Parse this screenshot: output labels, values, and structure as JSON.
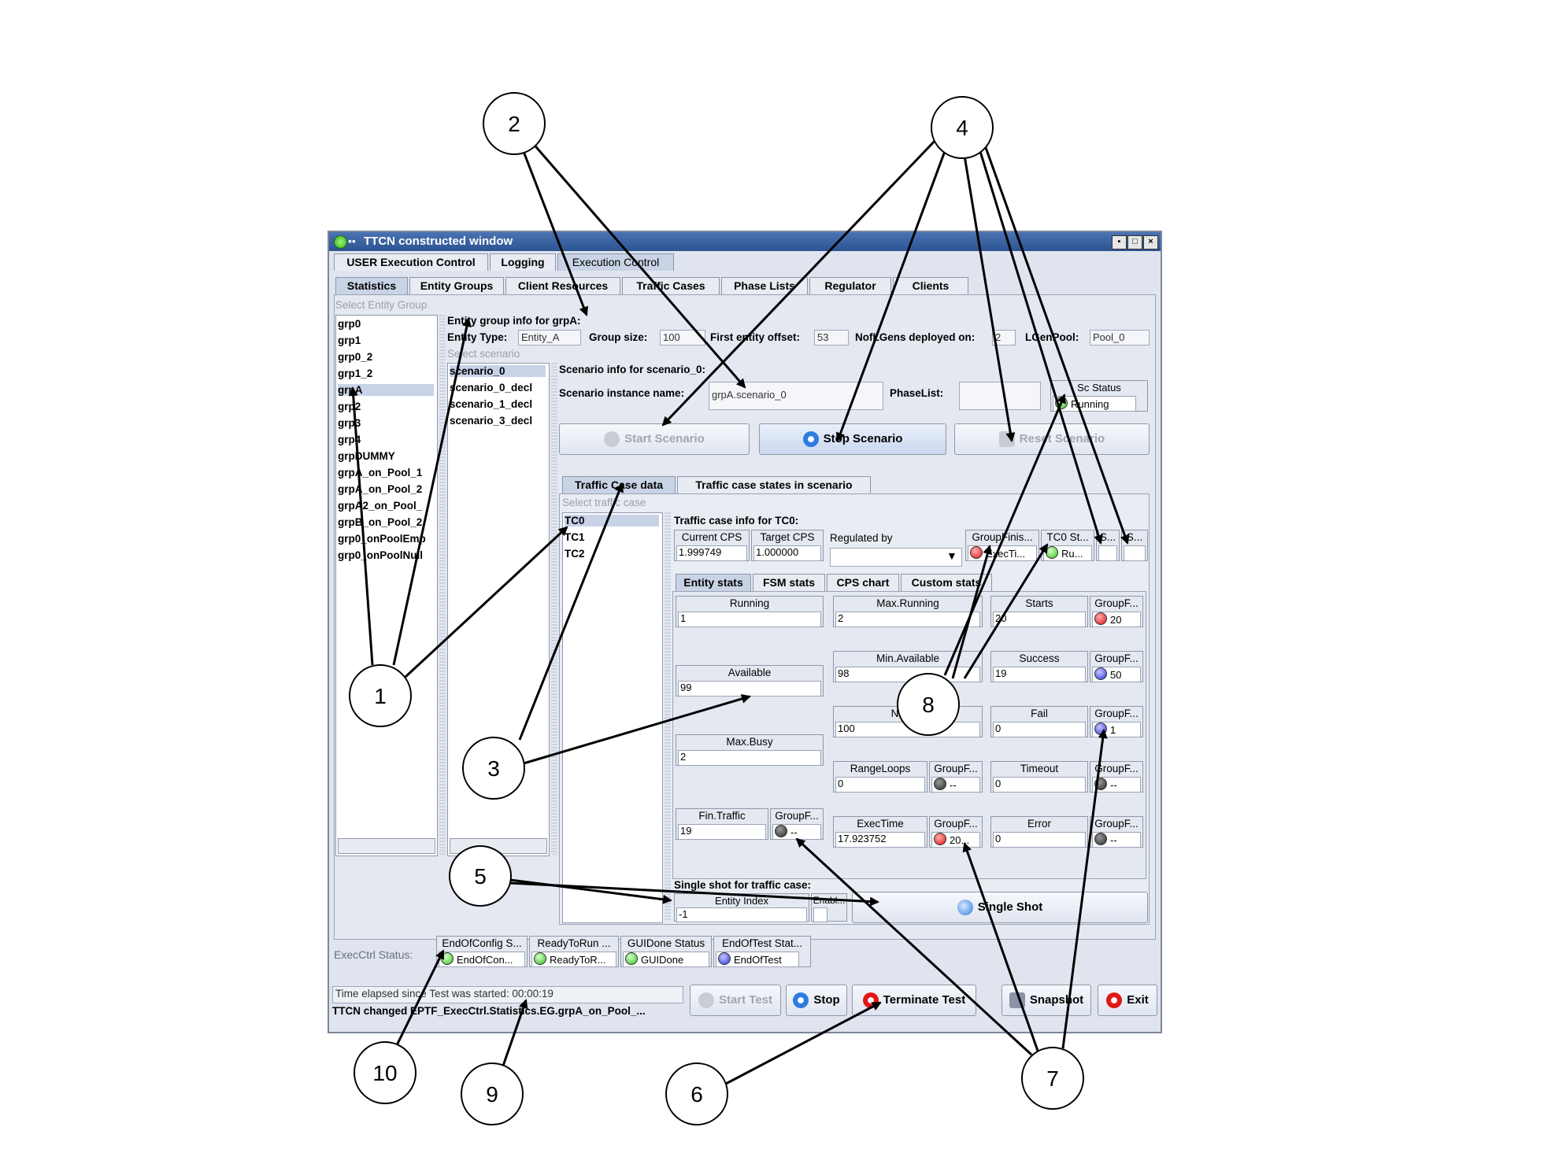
{
  "window": {
    "title": "TTCN constructed window"
  },
  "main_tabs": [
    "USER Execution Control",
    "Logging",
    "Execution Control"
  ],
  "sub_tabs": [
    "Statistics",
    "Entity Groups",
    "Client Resources",
    "Traffic Cases",
    "Phase Lists",
    "Regulator",
    "Clients"
  ],
  "entity_group_list": {
    "header": "Select Entity Group",
    "items": [
      "grp0",
      "grp1",
      "grp0_2",
      "grp1_2",
      "grpA",
      "grp2",
      "grp3",
      "grp4",
      "grpDUMMY",
      "grpA_on_Pool_1",
      "grpA_on_Pool_2",
      "grpA2_on_Pool_",
      "grpB_on_Pool_2",
      "grp0_onPoolEmp",
      "grp0_onPoolNull"
    ],
    "selected": "grpA"
  },
  "entity_group_info": {
    "title": "Entity group info for grpA:",
    "entity_type_label": "Entity Type:",
    "entity_type": "Entity_A",
    "group_size_label": "Group size:",
    "group_size": "100",
    "first_offset_label": "First entity offset:",
    "first_offset": "53",
    "noflgens_label": "NofLGens deployed on:",
    "noflgens": "2",
    "lgenpool_label": "LGenPool:",
    "lgenpool": "Pool_0"
  },
  "scenario_list": {
    "header": "Select scenario",
    "items": [
      "scenario_0",
      "scenario_0_decl",
      "scenario_1_decl",
      "scenario_3_decl"
    ],
    "selected": "scenario_0"
  },
  "scenario_info": {
    "title": "Scenario info for scenario_0:",
    "instance_label": "Scenario instance name:",
    "instance": "grpA.scenario_0",
    "phaselist_label": "PhaseList:",
    "phaselist": "",
    "status_header": "Sc Status",
    "status": "Running"
  },
  "scenario_buttons": {
    "start": "Start Scenario",
    "stop": "Stop Scenario",
    "reset": "Reset Scenario"
  },
  "tc_tabs": [
    "Traffic Case data",
    "Traffic case states in scenario"
  ],
  "tc_list": {
    "header": "Select traffic case",
    "items": [
      "TC0",
      "TC1",
      "TC2"
    ],
    "selected": "TC0"
  },
  "tc_info": {
    "title": "Traffic case info for TC0:",
    "current_cps_label": "Current CPS",
    "current_cps": "1.999749",
    "target_cps_label": "Target CPS",
    "target_cps": "1.000000",
    "regulated_label": "Regulated by",
    "regulated": "",
    "groupfinish_label": "GroupFinis...",
    "groupfinish": "ExecTi...",
    "tc0_status_label": "TC0 St...",
    "tc0_status": "Ru...",
    "extra1_label": "S...",
    "extra2_label": "S..."
  },
  "stats_tabs": [
    "Entity stats",
    "FSM stats",
    "CPS chart",
    "Custom stats"
  ],
  "entity_stats": {
    "running_label": "Running",
    "running": "1",
    "available_label": "Available",
    "available": "99",
    "maxbusy_label": "Max.Busy",
    "maxbusy": "2",
    "fintraffic_label": "Fin.Traffic",
    "fintraffic": "19",
    "fintraffic_gf_label": "GroupF...",
    "fintraffic_gf": "--",
    "maxrunning_label": "Max.Running",
    "maxrunning": "2",
    "minavailable_label": "Min.Available",
    "minavailable": "98",
    "notfin_label": "Not F...",
    "notfin": "100",
    "rangeloops_label": "RangeLoops",
    "rangeloops": "0",
    "rangeloops_gf_label": "GroupF...",
    "rangeloops_gf": "--",
    "exectime_label": "ExecTime",
    "exectime": "17.923752",
    "exectime_gf_label": "GroupF...",
    "exectime_gf": "20...",
    "starts_label": "Starts",
    "starts": "20",
    "starts_gf_label": "GroupF...",
    "starts_gf": "20",
    "success_label": "Success",
    "success": "19",
    "success_gf_label": "GroupF...",
    "success_gf": "50",
    "fail_label": "Fail",
    "fail": "0",
    "fail_gf_label": "GroupF...",
    "fail_gf": "1",
    "timeout_label": "Timeout",
    "timeout": "0",
    "timeout_gf_label": "GroupF...",
    "timeout_gf": "--",
    "error_label": "Error",
    "error": "0",
    "error_gf_label": "GroupF...",
    "error_gf": "--"
  },
  "single_shot": {
    "title": "Single shot for traffic case:",
    "index_label": "Entity Index",
    "index": "-1",
    "enable_label": "Enabl...",
    "button": "Single Shot"
  },
  "execctrl_status": {
    "label": "ExecCtrl Status:",
    "items": [
      {
        "header": "EndOfConfig S...",
        "value": "EndOfCon...",
        "color": "green"
      },
      {
        "header": "ReadyToRun ...",
        "value": "ReadyToR...",
        "color": "green"
      },
      {
        "header": "GUIDone Status",
        "value": "GUIDone",
        "color": "green"
      },
      {
        "header": "EndOfTest Stat...",
        "value": "EndOfTest",
        "color": "blue"
      }
    ]
  },
  "status_bar": {
    "elapsed": "Time elapsed since Test was started: 00:00:19",
    "message": "TTCN changed EPTF_ExecCtrl.Statistics.EG.grpA_on_Pool_..."
  },
  "bottom_buttons": {
    "start_test": "Start Test",
    "stop": "Stop",
    "terminate": "Terminate Test",
    "snapshot": "Snapshot",
    "exit": "Exit"
  },
  "callouts": [
    "1",
    "2",
    "3",
    "4",
    "5",
    "6",
    "7",
    "8",
    "9",
    "10"
  ],
  "colors": {
    "title_bar": "#2d5391",
    "panel": "#e4e8f0",
    "selection": "#c8d3e8",
    "led_green": "#31c21a",
    "led_red": "#e01010",
    "led_blue": "#2a32e0"
  }
}
